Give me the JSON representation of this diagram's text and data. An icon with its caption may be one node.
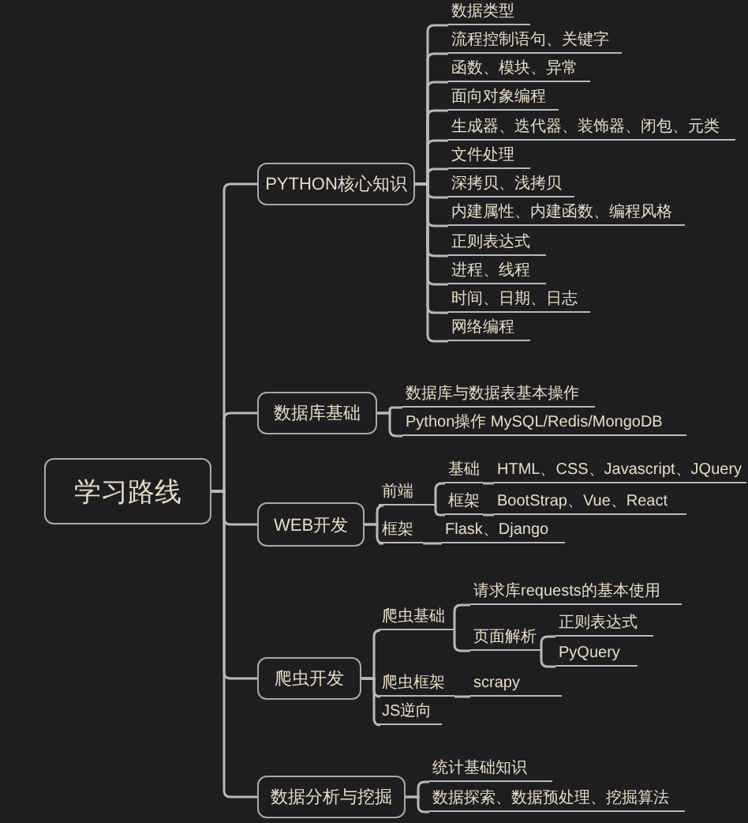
{
  "diagram": {
    "nodes": [
      {
        "text": [
          "学习路线"
        ]
      },
      {
        "text": [
          "PYTHON核心知识"
        ]
      },
      {
        "text": [
          "数据类型"
        ]
      },
      {
        "text": [
          "流程控制语句、关键字"
        ]
      },
      {
        "text": [
          "函数、模块、异常"
        ]
      },
      {
        "text": [
          "面向对象编程"
        ]
      },
      {
        "text": [
          "生成器、迭代器、装饰器、闭包、元类"
        ]
      },
      {
        "text": [
          "文件处理"
        ]
      },
      {
        "text": [
          "深拷贝、浅拷贝"
        ]
      },
      {
        "text": [
          "内建属性、内建函数、编程风格"
        ]
      },
      {
        "text": [
          "正则表达式"
        ]
      },
      {
        "text": [
          "进程、线程"
        ]
      },
      {
        "text": [
          "时间、日期、日志"
        ]
      },
      {
        "text": [
          "网络编程"
        ]
      },
      {
        "text": [
          "数据库基础"
        ]
      },
      {
        "text": [
          "数据库与数据表基本操作"
        ]
      },
      {
        "text": [
          "Python操作 MySQL/Redis/MongoDB"
        ]
      },
      {
        "text": [
          "WEB开发"
        ]
      },
      {
        "text": [
          "前端"
        ]
      },
      {
        "text": [
          "基础"
        ]
      },
      {
        "text": [
          "HTML、CSS、Javascript、JQuery"
        ]
      },
      {
        "text": [
          "框架"
        ]
      },
      {
        "text": [
          "BootStrap、Vue、React"
        ]
      },
      {
        "text": [
          "框架"
        ]
      },
      {
        "text": [
          "Flask、Django"
        ]
      },
      {
        "text": [
          "爬虫开发"
        ]
      },
      {
        "text": [
          "爬虫基础"
        ]
      },
      {
        "text": [
          "请求库requests的基本使用"
        ]
      },
      {
        "text": [
          "页面解析"
        ]
      },
      {
        "text": [
          "正则表达式"
        ]
      },
      {
        "text": [
          "PyQuery"
        ]
      },
      {
        "text": [
          "爬虫框架"
        ]
      },
      {
        "text": [
          "scrapy"
        ]
      },
      {
        "text": [
          "JS逆向"
        ]
      },
      {
        "text": [
          "数据分析与挖掘"
        ]
      },
      {
        "text": [
          "统计基础知识"
        ]
      },
      {
        "text": [
          "数据探索、数据预处理、挖掘算法"
        ]
      }
    ],
    "edges": [
      {
        "from": 0,
        "to": 1,
        "arrow": "none"
      },
      {
        "from": 0,
        "to": 14,
        "arrow": "none"
      },
      {
        "from": 0,
        "to": 17,
        "arrow": "none"
      },
      {
        "from": 0,
        "to": 25,
        "arrow": "none"
      },
      {
        "from": 0,
        "to": 34,
        "arrow": "none"
      },
      {
        "from": 1,
        "to": 2,
        "arrow": "none"
      },
      {
        "from": 1,
        "to": 3,
        "arrow": "none"
      },
      {
        "from": 1,
        "to": 4,
        "arrow": "none"
      },
      {
        "from": 1,
        "to": 5,
        "arrow": "none"
      },
      {
        "from": 1,
        "to": 6,
        "arrow": "none"
      },
      {
        "from": 1,
        "to": 7,
        "arrow": "none"
      },
      {
        "from": 1,
        "to": 8,
        "arrow": "none"
      },
      {
        "from": 1,
        "to": 9,
        "arrow": "none"
      },
      {
        "from": 1,
        "to": 10,
        "arrow": "none"
      },
      {
        "from": 1,
        "to": 11,
        "arrow": "none"
      },
      {
        "from": 1,
        "to": 12,
        "arrow": "none"
      },
      {
        "from": 1,
        "to": 13,
        "arrow": "none"
      },
      {
        "from": 14,
        "to": 15,
        "arrow": "none"
      },
      {
        "from": 14,
        "to": 16,
        "arrow": "none"
      },
      {
        "from": 17,
        "to": 18,
        "arrow": "none"
      },
      {
        "from": 17,
        "to": 23,
        "arrow": "none"
      },
      {
        "from": 18,
        "to": 19,
        "arrow": "none"
      },
      {
        "from": 18,
        "to": 21,
        "arrow": "none"
      },
      {
        "from": 19,
        "to": 20,
        "arrow": "none"
      },
      {
        "from": 21,
        "to": 22,
        "arrow": "none"
      },
      {
        "from": 23,
        "to": 24,
        "arrow": "none"
      },
      {
        "from": 25,
        "to": 26,
        "arrow": "none"
      },
      {
        "from": 25,
        "to": 31,
        "arrow": "none"
      },
      {
        "from": 25,
        "to": 33,
        "arrow": "none"
      },
      {
        "from": 26,
        "to": 27,
        "arrow": "none"
      },
      {
        "from": 26,
        "to": 28,
        "arrow": "none"
      },
      {
        "from": 28,
        "to": 29,
        "arrow": "none"
      },
      {
        "from": 28,
        "to": 30,
        "arrow": "none"
      },
      {
        "from": 31,
        "to": 32,
        "arrow": "none"
      },
      {
        "from": 34,
        "to": 35,
        "arrow": "none"
      },
      {
        "from": 34,
        "to": 36,
        "arrow": "none"
      }
    ]
  }
}
